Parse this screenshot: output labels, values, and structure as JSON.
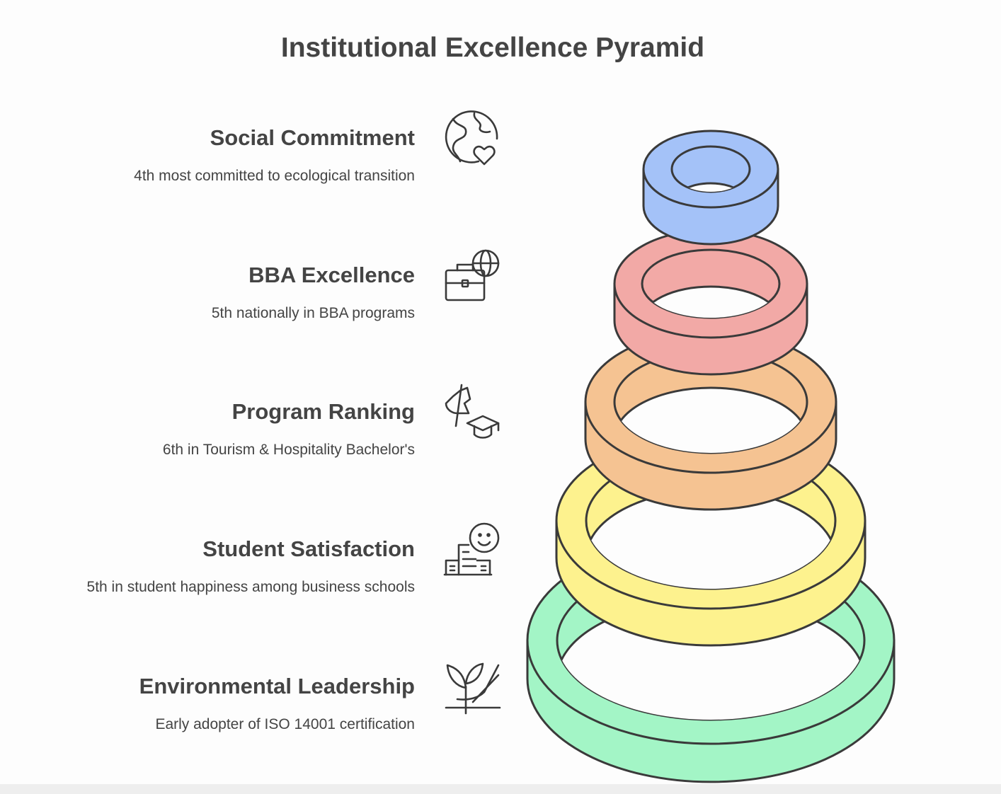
{
  "title": "Institutional Excellence Pyramid",
  "colors": {
    "tier1": "#a4c2f8",
    "tier2": "#f2a9a6",
    "tier3": "#f5c392",
    "tier4": "#fdf28e",
    "tier5": "#a3f5c6",
    "stroke": "#3a3a3a"
  },
  "items": [
    {
      "title": "Social Commitment",
      "desc": "4th most committed to ecological transition",
      "icon": "globe-heart-icon"
    },
    {
      "title": "BBA Excellence",
      "desc": "5th nationally in BBA programs",
      "icon": "briefcase-globe-icon"
    },
    {
      "title": "Program Ranking",
      "desc": "6th in Tourism & Hospitality Bachelor's",
      "icon": "flag-graduation-cap-icon"
    },
    {
      "title": "Student Satisfaction",
      "desc": "5th in student happiness among business schools",
      "icon": "smiley-building-icon"
    },
    {
      "title": "Environmental Leadership",
      "desc": "Early adopter of ISO 14001 certification",
      "icon": "hand-plant-icon"
    }
  ]
}
